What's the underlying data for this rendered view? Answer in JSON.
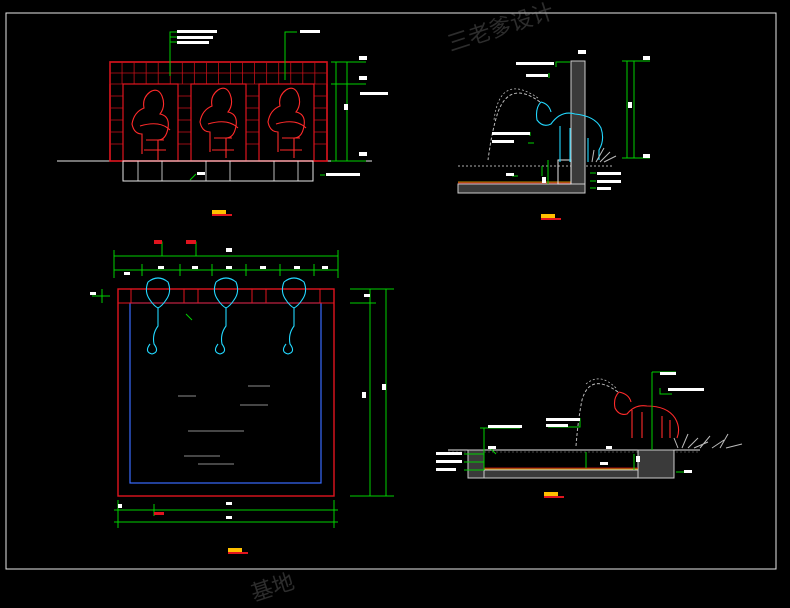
{
  "watermark": {
    "text": "三老爹设计"
  },
  "watermark_bottom": {
    "text": "基地"
  },
  "colors": {
    "background": "#000000",
    "frame": "#f2f2f2",
    "red": "#e0141e",
    "green": "#00d000",
    "cyan": "#22d8ff",
    "blue": "#3a6cff",
    "white": "#ffffff",
    "grey": "#8a8a8a",
    "yellow": "#ffc000"
  },
  "drawings": [
    {
      "name": "front-elevation",
      "title_bar": true
    },
    {
      "name": "side-section",
      "title_bar": true
    },
    {
      "name": "plan-view",
      "title_bar": true
    },
    {
      "name": "long-section",
      "title_bar": true
    }
  ]
}
